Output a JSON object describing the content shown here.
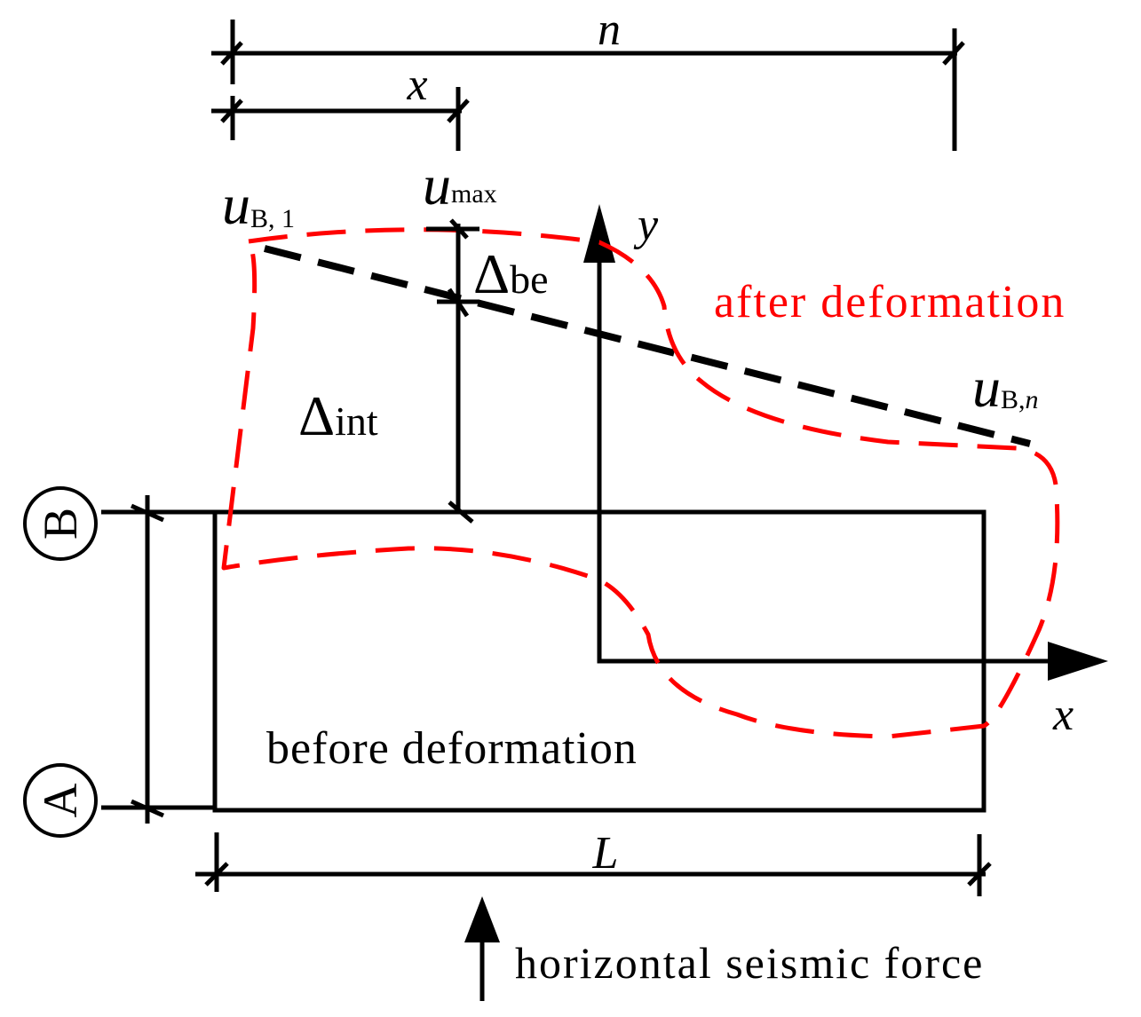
{
  "dimensions": {
    "n_label": "n",
    "x_label": "x",
    "L_label": "L"
  },
  "axis_labels": {
    "B": "B",
    "A": "A"
  },
  "coordinate_axes": {
    "y": "y",
    "x": "x"
  },
  "displacements": {
    "u_b1": {
      "base": "u",
      "sub": "B, 1"
    },
    "u_max": {
      "base": "u",
      "sub": "max"
    },
    "u_bn": {
      "base": "u",
      "sub_b": "B,",
      "sub_n": "n"
    },
    "delta_be": {
      "base": "Δ",
      "sub": "be"
    },
    "delta_int": {
      "base": "Δ",
      "sub": "int"
    }
  },
  "labels": {
    "after": "after deformation",
    "before": "before deformation",
    "force": "horizontal seismic force"
  },
  "colors": {
    "line": "#000000",
    "deformed": "#ff0000"
  }
}
